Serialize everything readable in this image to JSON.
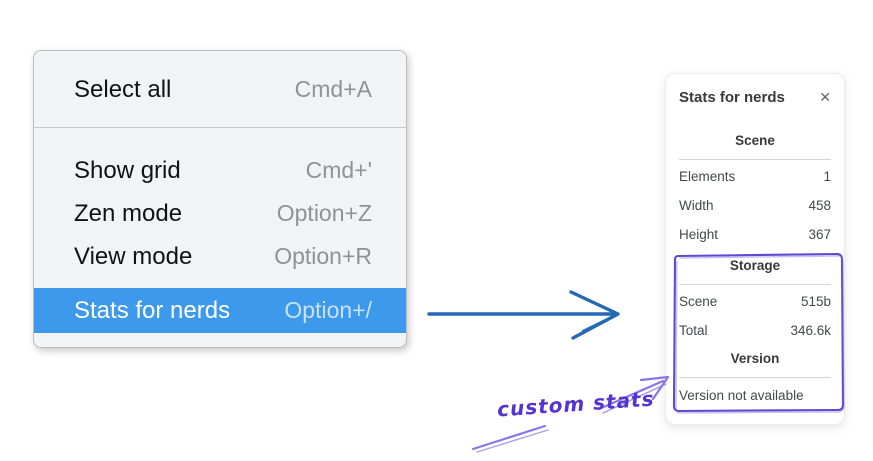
{
  "colors": {
    "menu_bg": "#f2f3f5",
    "menu_border": "#b9bfc6",
    "menu_text": "#121212",
    "menu_shortcut_gray": "#8e9399",
    "highlight_blue": "#3d99ec",
    "highlight_shortcut": "#c9e2fa",
    "panel_text": "#45484c",
    "panel_divider": "#cfd6dd",
    "pointer_arrow_blue": "#2569b5",
    "annotation_purple": "#5d4ad3",
    "annotation_purple_light": "#8a76e6",
    "annotation_text_purple": "#5532d2"
  },
  "context_menu": {
    "items": [
      {
        "label": "Select all",
        "shortcut": "Cmd+A"
      },
      {
        "label": "Show grid",
        "shortcut": "Cmd+'"
      },
      {
        "label": "Zen mode",
        "shortcut": "Option+Z"
      },
      {
        "label": "View mode",
        "shortcut": "Option+R"
      },
      {
        "label": "Stats for nerds",
        "shortcut": "Option+/",
        "selected": true
      }
    ]
  },
  "stats_panel": {
    "title": "Stats for nerds",
    "close_glyph": "✕",
    "sections": [
      {
        "header": "Scene",
        "rows": [
          {
            "label": "Elements",
            "value": "1"
          },
          {
            "label": "Width",
            "value": "458"
          },
          {
            "label": "Height",
            "value": "367"
          }
        ]
      },
      {
        "header": "Storage",
        "rows": [
          {
            "label": "Scene",
            "value": "515b"
          },
          {
            "label": "Total",
            "value": "346.6k"
          }
        ]
      },
      {
        "header": "Version",
        "note": "Version not available"
      }
    ]
  },
  "annotations": {
    "label": "custom stats"
  }
}
